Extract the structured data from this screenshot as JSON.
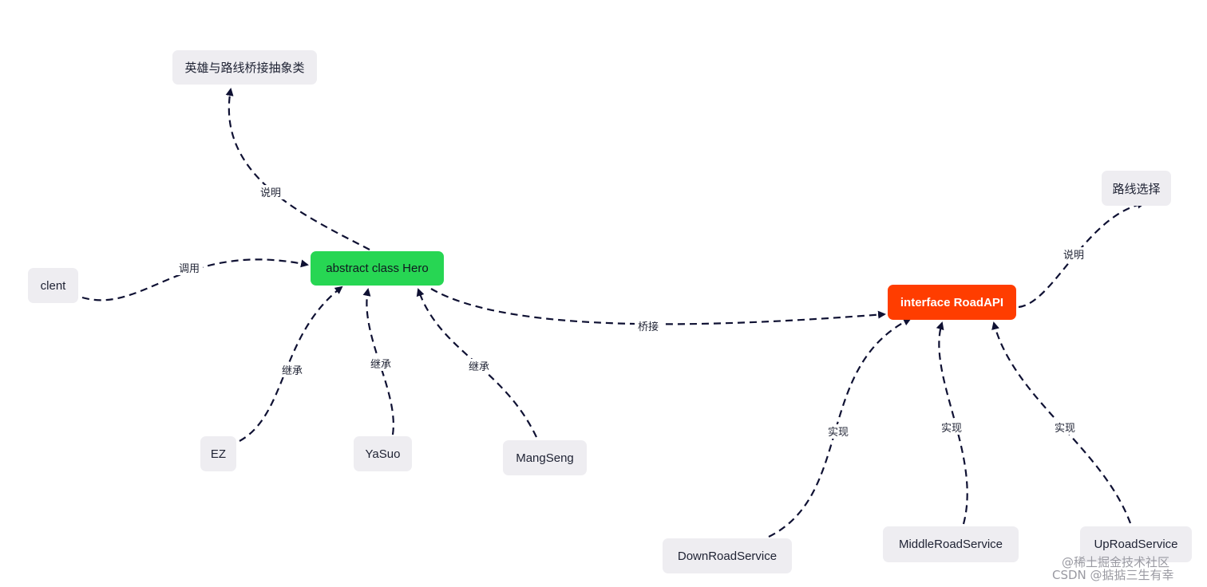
{
  "nodes": {
    "hero_desc": "英雄与路线桥接抽象类",
    "clent": "clent",
    "hero": "abstract class Hero",
    "ez": "EZ",
    "yasuo": "YaSuo",
    "mangseng": "MangSeng",
    "road_api": "interface RoadAPI",
    "road_desc": "路线选择",
    "down": "DownRoadService",
    "middle": "MiddleRoadService",
    "up": "UpRoadService"
  },
  "edges": {
    "hero_to_desc": "说明",
    "clent_to_hero": "调用",
    "ez_to_hero": "继承",
    "yasuo_to_hero": "继承",
    "mangseng_to_hero": "继承",
    "hero_to_road": "桥接",
    "road_to_desc": "说明",
    "down_to_road": "实现",
    "middle_to_road": "实现",
    "up_to_road": "实现"
  },
  "colors": {
    "default_node": "#eeedf1",
    "hero_node": "#27d653",
    "road_api_node": "#ff3d00",
    "edge": "#0f1133"
  },
  "watermark": {
    "line1": "@稀土掘金技术社区",
    "line2": "CSDN @掂掂三生有幸"
  }
}
